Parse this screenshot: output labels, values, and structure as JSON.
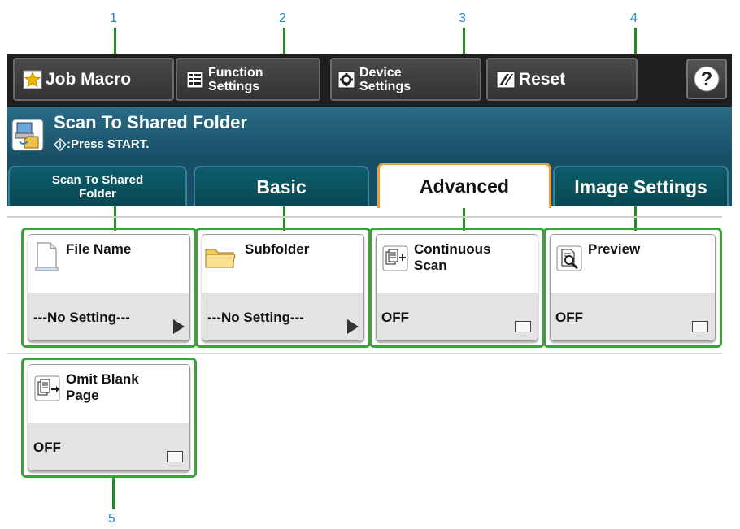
{
  "callouts": [
    "1",
    "2",
    "3",
    "4",
    "5"
  ],
  "toolbar": {
    "job_macro": "Job Macro",
    "function_settings": [
      "Function",
      "Settings"
    ],
    "device_settings": [
      "Device",
      "Settings"
    ],
    "reset": "Reset",
    "help": "?"
  },
  "title": {
    "main": "Scan To Shared Folder",
    "sub": ":Press START."
  },
  "tabs": [
    {
      "label": [
        "Scan To Shared",
        "Folder"
      ]
    },
    {
      "label": "Basic"
    },
    {
      "label": "Advanced"
    },
    {
      "label": "Image Settings"
    }
  ],
  "active_tab": 2,
  "tiles": [
    {
      "label": [
        "File Name"
      ],
      "value": "---No Setting---",
      "icon": "file-icon",
      "control": "arrow"
    },
    {
      "label": [
        "Subfolder"
      ],
      "value": "---No Setting---",
      "icon": "folder-icon",
      "control": "arrow"
    },
    {
      "label": [
        "Continuous",
        "Scan"
      ],
      "value": "OFF",
      "icon": "continuous-scan-icon",
      "control": "checkbox"
    },
    {
      "label": [
        "Preview"
      ],
      "value": "OFF",
      "icon": "preview-icon",
      "control": "checkbox"
    },
    {
      "label": [
        "Omit Blank",
        "Page"
      ],
      "value": "OFF",
      "icon": "omit-blank-page-icon",
      "control": "checkbox"
    }
  ],
  "colors": {
    "accent_green": "#3aa33a",
    "callout_blue": "#1a8ad0",
    "header_teal": "#184e66",
    "active_tab_border": "#f0a030"
  }
}
